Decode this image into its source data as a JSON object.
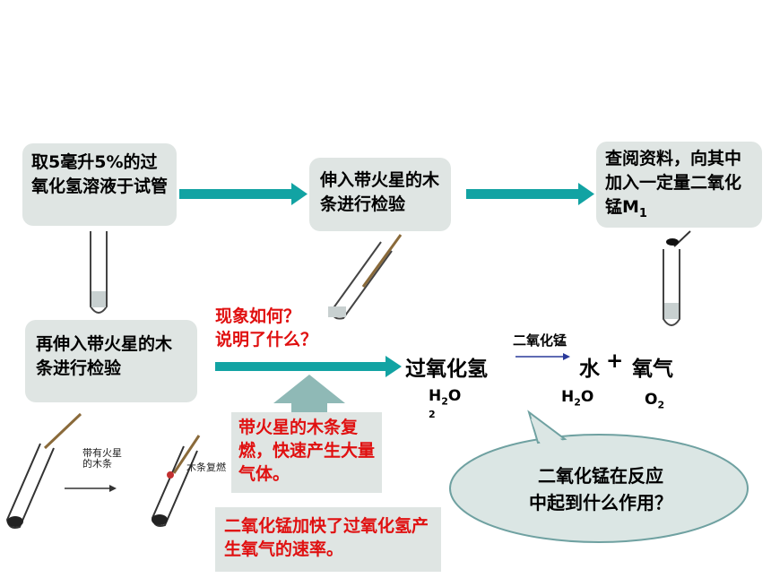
{
  "steps": {
    "step1": "取5毫升5%的过氧化氢溶液于试管",
    "step2": "伸入带火星的木条进行检验",
    "step3_a": "查阅资料，向其中加入一定量二氧化锰M",
    "step3_sub": "1",
    "step4": "再伸入带火星的木条进行检验"
  },
  "question": {
    "line1": "现象如何？",
    "line2": "说明了什么？"
  },
  "observation": "带火星的木条复燃，快速产生大量气体。",
  "conclusion": "二氧化锰加快了过氧化氢产生氧气的速率。",
  "callout": {
    "line1": "二氧化锰在反应",
    "line2": "中起到什么作用？"
  },
  "equation": {
    "catalyst": "二氧化锰",
    "reactant": "过氧化氢",
    "product1": "水",
    "plus": "+",
    "product2": "氧气",
    "reactant_formula_main": "H",
    "reactant_formula_sub1": "2",
    "reactant_formula_mid": "O",
    "reactant_formula_sub2": "2",
    "product1_formula_a": "H",
    "product1_formula_sub": "2",
    "product1_formula_b": "O",
    "product2_formula": "O",
    "product2_formula_sub": "2"
  },
  "figure_labels": {
    "label1_line1": "带有火星",
    "label1_line2": "的木条",
    "label2": "木条复燃"
  },
  "colors": {
    "box_bg": "#dfe5e3",
    "arrow": "#12a3a3",
    "callout_bg": "#dbe6e4",
    "callout_border": "#6fa1a1",
    "question_red": "#e01010"
  }
}
